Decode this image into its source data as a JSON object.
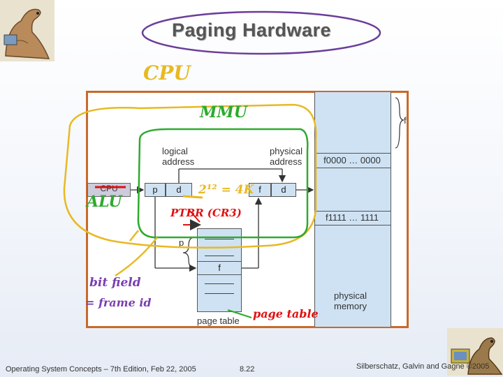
{
  "slide": {
    "title": "Paging Hardware"
  },
  "diagram": {
    "logical_address_label": "logical\naddress",
    "physical_address_label": "physical\naddress",
    "logical_p": "p",
    "logical_d": "d",
    "physical_f": "f",
    "physical_d": "d",
    "cpu_label": "CPU",
    "page_table_label": "page table",
    "page_table_p": "p",
    "page_table_f": "f",
    "memory_addr_top": "f0000 … 0000",
    "memory_addr_bottom": "f1111 … 1111",
    "physical_memory_label": "physical\nmemory",
    "bracket_f": "f"
  },
  "annotations": {
    "cpu": "CPU",
    "mmu": "MMU",
    "alu": "ALU",
    "page_size": "2¹² = 4K",
    "ptbr": "PTBR (CR3)",
    "bit_field": "bit field",
    "frame_id": "= frame id",
    "page_table": "page table"
  },
  "colors": {
    "diagram_border": "#c96a2a",
    "memory_fill": "#cfe2f3",
    "title_ellipse": "#6a3d9a",
    "cpu_annotation": "#e8b923",
    "mmu_annotation": "#2eaa2e",
    "red_annotation": "#e01010",
    "purple_annotation": "#7a3fb0"
  },
  "footer": {
    "left": "Operating System Concepts – 7th Edition, Feb 22, 2005",
    "center": "8.22",
    "right": "Silberschatz, Galvin and Gagne ©2005"
  }
}
